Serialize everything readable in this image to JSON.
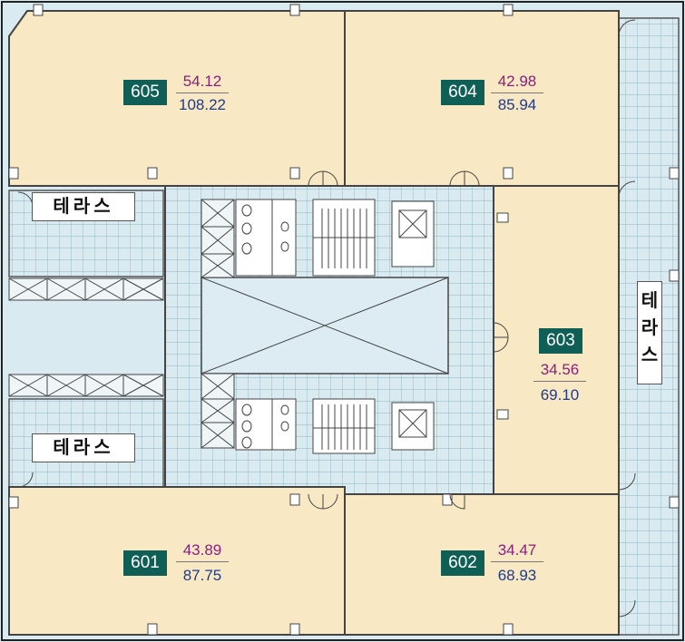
{
  "units": [
    {
      "id": "605",
      "exclusive": "54.12",
      "supply": "108.22"
    },
    {
      "id": "604",
      "exclusive": "42.98",
      "supply": "85.94"
    },
    {
      "id": "603",
      "exclusive": "34.56",
      "supply": "69.10"
    },
    {
      "id": "601",
      "exclusive": "43.89",
      "supply": "87.75"
    },
    {
      "id": "602",
      "exclusive": "34.47",
      "supply": "68.93"
    }
  ],
  "terraces": {
    "upper_left": "테라스",
    "lower_left": "테라스",
    "right_chars": [
      "테",
      "라",
      "스"
    ]
  },
  "colors": {
    "unit_fill": "#f8e8c4",
    "terrace_fill": "#d9ebf0",
    "grid_line": "#8fb3c2",
    "badge": "#0f5f57",
    "exclusive_text": "#8b1f7d",
    "supply_text": "#1f3a8a"
  }
}
